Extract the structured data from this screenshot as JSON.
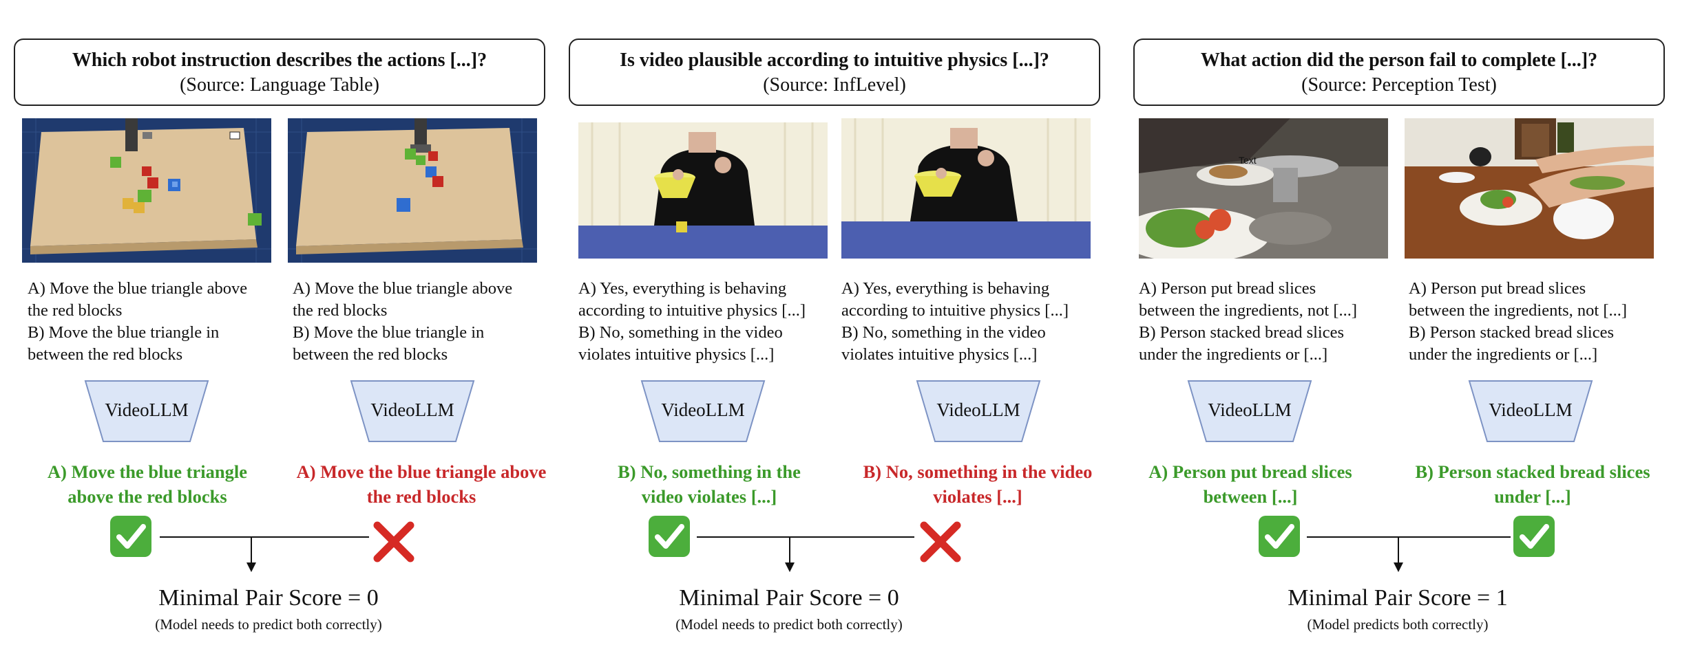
{
  "panels": [
    {
      "question": "Which robot instruction describes the actions [...]?",
      "source": "(Source: Language Table)",
      "pairs": [
        {
          "options": [
            "A) Move the blue triangle above",
            "the red blocks",
            "B) Move the blue triangle in",
            "between the red blocks"
          ],
          "model": "VideoLLM",
          "answer": [
            "A) Move the blue triangle",
            "above the red blocks"
          ],
          "answer_color": "#3b9a2a",
          "correct": true
        },
        {
          "options": [
            "A) Move the blue triangle above",
            "the red blocks",
            "B) Move the blue triangle in",
            "between the red blocks"
          ],
          "model": "VideoLLM",
          "answer": [
            "A) Move the blue triangle above",
            "the red blocks"
          ],
          "answer_color": "#c8282a",
          "correct": false
        }
      ],
      "score": "Minimal Pair Score = 0",
      "note": "(Model needs to predict both correctly)"
    },
    {
      "question": "Is video plausible according to intuitive physics [...]?",
      "source": "(Source: InfLevel)",
      "pairs": [
        {
          "options": [
            "A) Yes, everything is behaving",
            "according to intuitive physics [...]",
            "B) No, something in the video",
            "violates intuitive physics [...]"
          ],
          "model": "VideoLLM",
          "answer": [
            "B) No, something in the",
            "video violates [...]"
          ],
          "answer_color": "#3b9a2a",
          "correct": true
        },
        {
          "options": [
            "A) Yes, everything is behaving",
            "according to intuitive physics [...]",
            "B) No, something in the video",
            "violates intuitive physics [...]"
          ],
          "model": "VideoLLM",
          "answer": [
            "B) No, something in the video",
            "violates [...]"
          ],
          "answer_color": "#c8282a",
          "correct": false
        }
      ],
      "score": "Minimal Pair Score = 0",
      "note": "(Model needs to predict both correctly)"
    },
    {
      "question": "What action did the person fail to complete [...]?",
      "source": "(Source: Perception Test)",
      "image_text": "Text",
      "pairs": [
        {
          "options": [
            "A) Person put bread slices",
            "between the ingredients, not  [...]",
            "B) Person stacked bread slices",
            "under the ingredients or  [...]"
          ],
          "model": "VideoLLM",
          "answer": [
            "A) Person put bread slices",
            "between [...]"
          ],
          "answer_color": "#3b9a2a",
          "correct": true
        },
        {
          "options": [
            "A) Person put bread slices",
            "between the ingredients, not  [...]",
            "B) Person stacked bread slices",
            "under the ingredients or  [...]"
          ],
          "model": "VideoLLM",
          "answer": [
            "B) Person stacked bread slices",
            "under [...]"
          ],
          "answer_color": "#3b9a2a",
          "correct": true
        }
      ],
      "score": "Minimal Pair Score = 1",
      "note": "(Model predicts both correctly)"
    }
  ]
}
